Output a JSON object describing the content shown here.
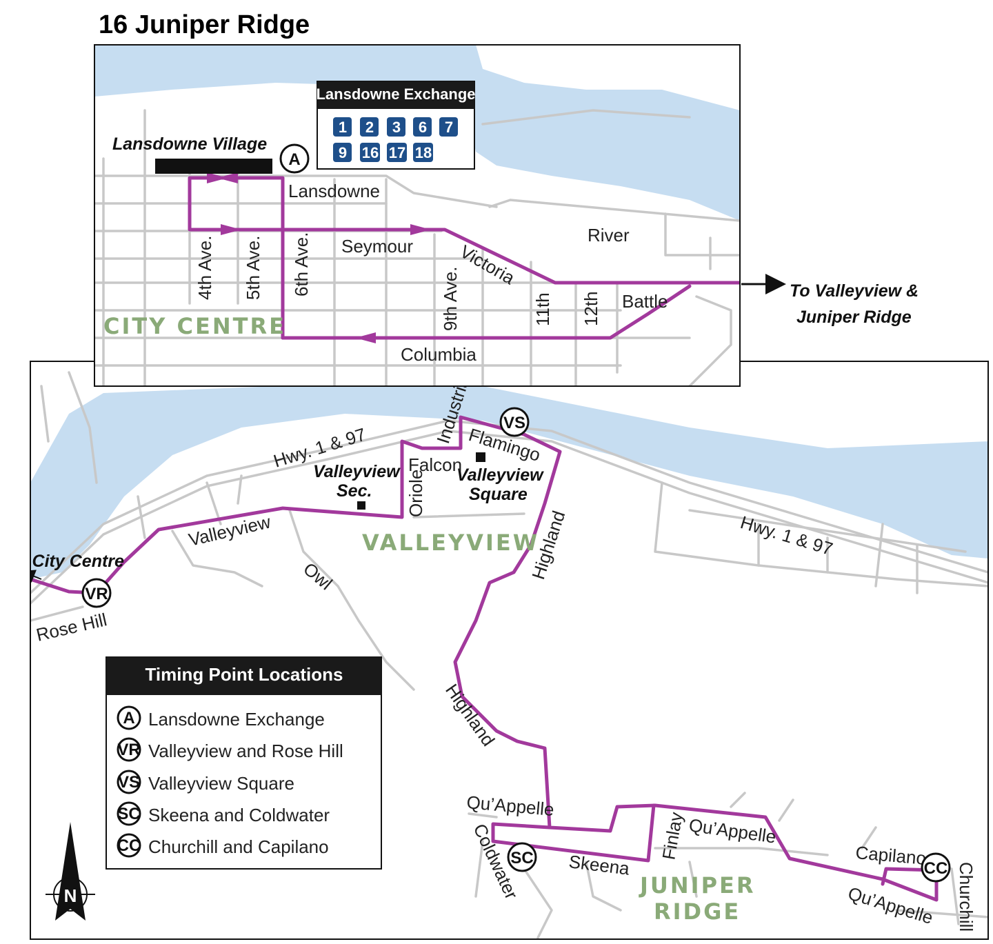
{
  "title": "16 Juniper Ridge",
  "colors": {
    "route": "#a2399c",
    "water": "#c6ddf1",
    "street": "#c8c8c8",
    "area_label": "#8aaa78",
    "badge": "#1e4f8a"
  },
  "inset": {
    "exchange": {
      "title": "Lansdowne Exchange",
      "routes": [
        "1",
        "2",
        "3",
        "6",
        "7",
        "9",
        "16",
        "17",
        "18"
      ]
    },
    "landmark": "Lansdowne Village",
    "area": "CITY CENTRE",
    "streets": {
      "lansdowne": "Lansdowne",
      "seymour": "Seymour",
      "victoria": "Victoria",
      "river": "River",
      "battle": "Battle",
      "columbia": "Columbia",
      "ave4": "4th Ave.",
      "ave5": "5th Ave.",
      "ave6": "6th Ave.",
      "ave9": "9th Ave.",
      "st11": "11th",
      "st12": "12th"
    },
    "to_label_1": "To Valleyview &",
    "to_label_2": "Juniper Ridge"
  },
  "main": {
    "to_city": "To City Centre",
    "areas": {
      "valleyview": "VALLEYVIEW",
      "juniper1": "JUNIPER",
      "juniper2": "RIDGE"
    },
    "landmarks": {
      "vsec1": "Valleyview",
      "vsec2": "Sec.",
      "vsq1": "Valleyview",
      "vsq2": "Square"
    },
    "streets": {
      "hwy_a": "Hwy. 1 & 97",
      "hwy_b": "Hwy. 1 & 97",
      "valleyview": "Valleyview",
      "rosehill": "Rose Hill",
      "owl": "Owl",
      "oriole": "Oriole",
      "falcon": "Falcon",
      "industrial": "Industrial",
      "flamingo": "Flamingo",
      "highland_a": "Highland",
      "highland_b": "Highland",
      "quappelle_a": "Qu’Appelle",
      "quappelle_b": "Qu’Appelle",
      "quappelle_c": "Qu’Appelle",
      "coldwater": "Coldwater",
      "skeena": "Skeena",
      "finlay": "Finlay",
      "capilano": "Capilano",
      "churchill": "Churchill"
    }
  },
  "timing_points": {
    "title": "Timing Point Locations",
    "items": [
      {
        "code": "A",
        "name": "Lansdowne Exchange"
      },
      {
        "code": "VR",
        "name": "Valleyview and Rose Hill"
      },
      {
        "code": "VS",
        "name": "Valleyview Square"
      },
      {
        "code": "SC",
        "name": "Skeena and Coldwater"
      },
      {
        "code": "CC",
        "name": "Churchill and Capilano"
      }
    ]
  },
  "compass": "N"
}
